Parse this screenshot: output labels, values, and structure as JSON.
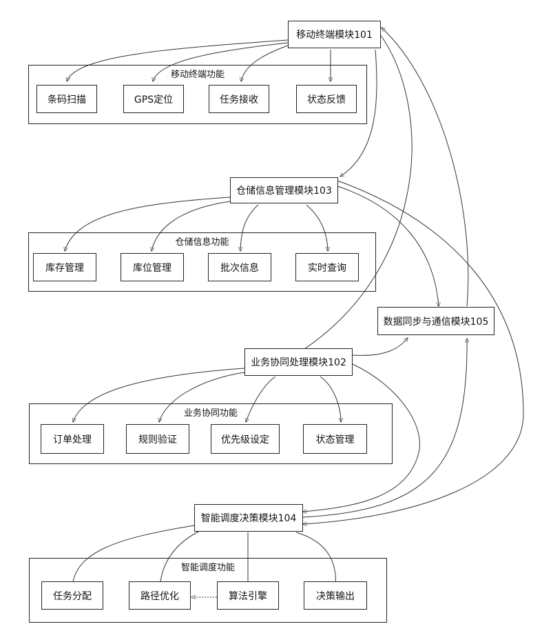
{
  "modules": {
    "m101": "移动终端模块101",
    "m103": "仓储信息管理模块103",
    "m105": "数据同步与通信模块105",
    "m102": "业务协同处理模块102",
    "m104": "智能调度决策模块104"
  },
  "groups": {
    "mobile": {
      "title": "移动终端功能",
      "items": [
        "条码扫描",
        "GPS定位",
        "任务接收",
        "状态反馈"
      ]
    },
    "warehouse": {
      "title": "仓储信息功能",
      "items": [
        "库存管理",
        "库位管理",
        "批次信息",
        "实时查询"
      ]
    },
    "business": {
      "title": "业务协同功能",
      "items": [
        "订单处理",
        "规则验证",
        "优先级设定",
        "状态管理"
      ]
    },
    "dispatch": {
      "title": "智能调度功能",
      "items": [
        "任务分配",
        "路径优化",
        "算法引擎",
        "决策输出"
      ]
    }
  },
  "colors": {
    "line": "#333333",
    "border": "#222222",
    "background": "#ffffff"
  }
}
